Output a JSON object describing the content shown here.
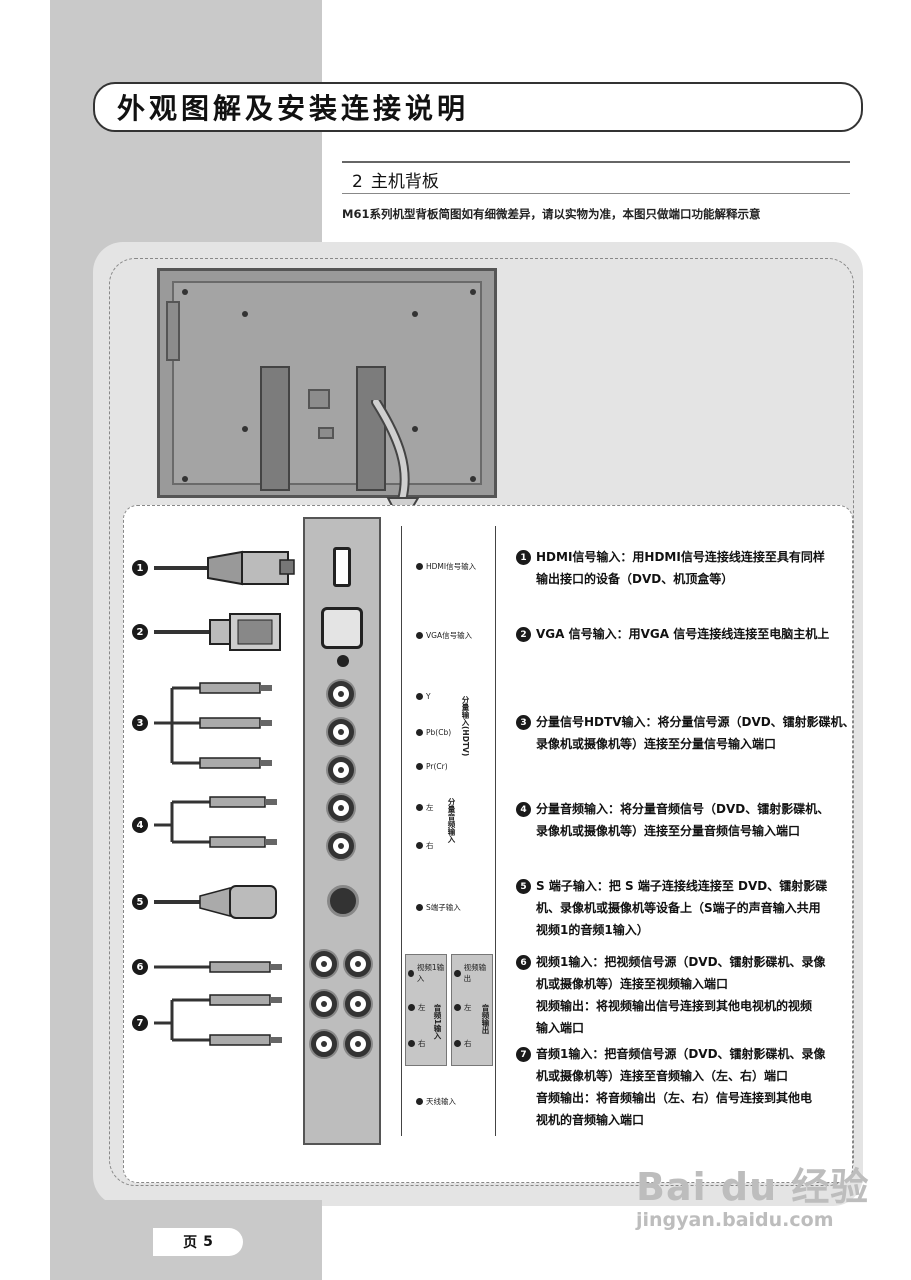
{
  "header": {
    "title": "外观图解及安装连接说明"
  },
  "section": {
    "number": "2",
    "title": "主机背板"
  },
  "note": "M61系列机型背板简图如有细微差异，请以实物为准，本图只做端口功能解释示意",
  "panel_labels": {
    "hdmi": "HDMI信号输入",
    "vga": "VGA信号输入",
    "y": "Y",
    "pb": "Pb(Cb)",
    "pr": "Pr(Cr)",
    "component_vert": "分量输入(HDTV)",
    "left": "左",
    "right": "右",
    "audio_vert": "分量音频输入",
    "svideo": "S端子输入",
    "video1_in": "视频1输入",
    "video_out": "视频输出",
    "audio1_in_vert": "音频1输入",
    "audio_out_vert": "音频输出",
    "antenna": "天线输入"
  },
  "descriptions": [
    {
      "num": "1",
      "lines": [
        "HDMI信号输入：用HDMI信号连接线连接至具有同样",
        "输出接口的设备（DVD、机顶盒等）"
      ]
    },
    {
      "num": "2",
      "lines": [
        "VGA 信号输入：用VGA 信号连接线连接至电脑主机上"
      ]
    },
    {
      "num": "3",
      "lines": [
        "分量信号HDTV输入：将分量信号源（DVD、镭射影碟机、",
        "录像机或摄像机等）连接至分量信号输入端口"
      ]
    },
    {
      "num": "4",
      "lines": [
        "分量音频输入：将分量音频信号（DVD、镭射影碟机、",
        "录像机或摄像机等）连接至分量音频信号输入端口"
      ]
    },
    {
      "num": "5",
      "lines": [
        "S 端子输入：把 S 端子连接线连接至 DVD、镭射影碟",
        "机、录像机或摄像机等设备上（S端子的声音输入共用",
        "视频1的音频1输入）"
      ]
    },
    {
      "num": "6",
      "lines": [
        "视频1输入：把视频信号源（DVD、镭射影碟机、录像",
        "机或摄像机等）连接至视频输入端口"
      ],
      "extra": [
        "视频输出：将视频输出信号连接到其他电视机的视频",
        "输入端口"
      ]
    },
    {
      "num": "7",
      "lines": [
        "音频1输入：把音频信号源（DVD、镭射影碟机、录像",
        "机或摄像机等）连接至音频输入（左、右）端口"
      ],
      "extra": [
        "音频输出：将音频输出（左、右）信号连接到其他电",
        "视机的音频输入端口"
      ]
    }
  ],
  "cable_badges": [
    "1",
    "2",
    "3",
    "4",
    "5",
    "6",
    "7"
  ],
  "footer": {
    "page_label": "页",
    "page_number": "5"
  },
  "watermark": {
    "logo": "Bai du 经验",
    "url": "jingyan.baidu.com"
  }
}
